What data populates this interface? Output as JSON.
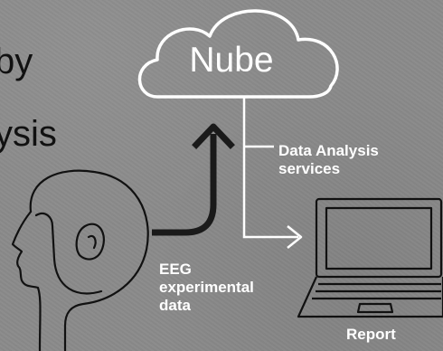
{
  "background_text": {
    "line1": "by",
    "line2": "ysis"
  },
  "cloud": {
    "label": "Nube"
  },
  "labels": {
    "data_analysis": [
      "Data Analysis",
      "services"
    ],
    "eeg": [
      "EEG",
      "experimental",
      "data"
    ],
    "report": "Report"
  },
  "colors": {
    "background": "#8a8a8a",
    "foreground": "#ffffff",
    "arrow": "#1a1a1a",
    "outline": "#111111"
  }
}
